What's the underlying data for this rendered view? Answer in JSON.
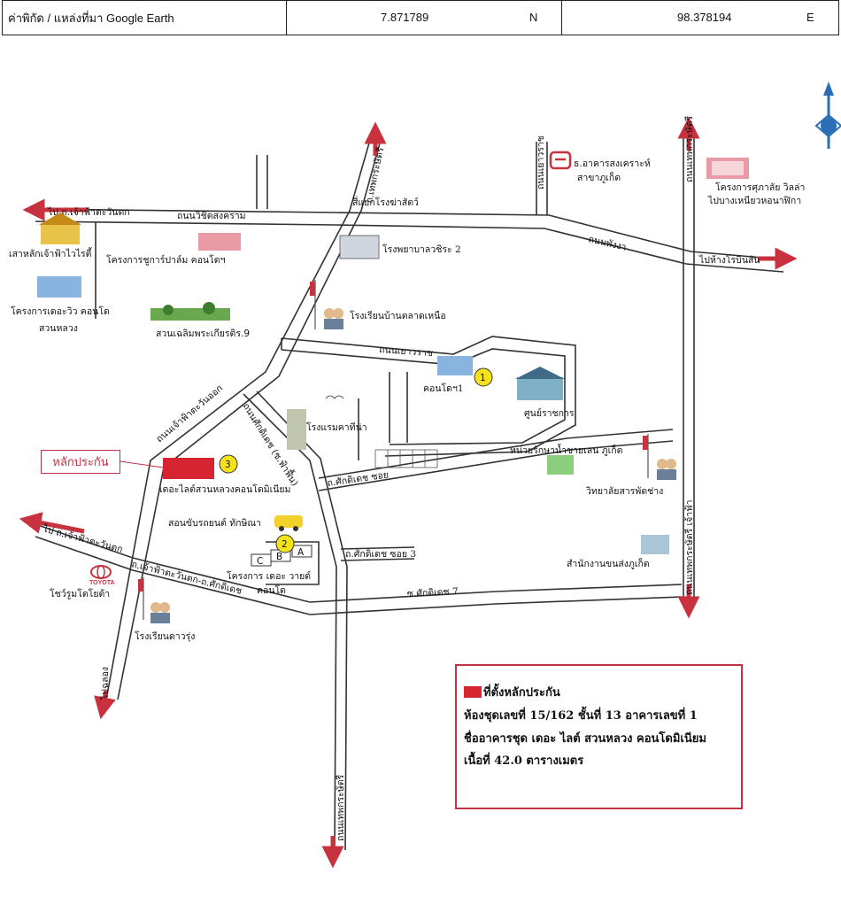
{
  "header": {
    "label": "ค่าพิกัด / แหล่งที่มา Google Earth",
    "lat": "7.871789",
    "lat_dir": "N",
    "lon": "98.378194",
    "lon_dir": "E"
  },
  "roads": {
    "chaofa_west_top": "ไป ถ.เจ้าฟ้าตะวันตก",
    "wichit_songkhram": "ถนนวิชิตสงคราม",
    "thepkrasattri": "ถ.เทพกระษัตรี",
    "sam_yaek": "สี่แยกโรงฆ่าสัตว์",
    "yaowarat_top": "ถนนเยาวราช",
    "phang_nga": "ถนนพังงา",
    "to_rangsit": "ไปห้างโรบินสัน",
    "thepsattri_right": "ถนนเทพกระษัตรี",
    "to_airport": "ไปบางเหนียวหอนาฬิกา",
    "yaowarat_mid": "ถนนเยาวราช",
    "chaofa_east": "ถนนเจ้าฟ้าตะวันออก",
    "sakdidet": "ถนนศักดิเดช (ซ.ฟ้าฟื้น)",
    "sakdidet_soi": "ถ.ศักดิเดช ซอย",
    "sakdidet_soi3": "ถ.ศักดิเดช ซอย 3",
    "chaofa_west_mid": "ไป ถ.เจ้าฟ้าตะวันตก",
    "chaofa_sakdidet": "ถ.เจ้าฟ้าตะวันตก-ถ.ศักดิเดช",
    "sakdidet7": "ซ.ศักดิเดช 7",
    "to_chalong": "ไปฉลอง",
    "bottom_road": "ถนนเทพกระษัตรี",
    "right_vertical": "ถนนเทพกระษัตรี เจ้าฟ้า"
  },
  "places": {
    "gsb": "ธ.อาคารสงเคราะห์",
    "gsb2": "สาขาภูเก็ต",
    "sukkasem": "โครงการศุภาลัย วิลล่า",
    "chao_fa_shrine": "เสาหลักเจ้าฟ้าไวไรตี้",
    "sugar": "โครงการชูการ์ปาล์ม คอนโดฯ",
    "hospital": "โรงพยาบาลวชิระ 2",
    "the_view": "โครงการเดอะวิว คอนโด",
    "suan_luang": "สวนหลวง",
    "park": "สวนเฉลิมพระเกียรติร.9",
    "school_north": "โรงเรียนบ้านตลาดเหนือ",
    "condo1": "คอนโดฯ1",
    "govt": "ศูนย์ราชการ",
    "hotel": "โรงแรมคาทีน่า",
    "the_light": "เดอะไลต์สวนหลวงคอนโดมิเนียม",
    "water": "หน่วยรักษาน้ำชายเลน ภูเก็ต",
    "college": "วิทยาลัยสารพัดช่าง",
    "driving": "สอนขับรถยนต์ ทักษิณา",
    "project_world": "โครงการ เดอะ วายด์",
    "condo_word": "คอนโด",
    "toyota_brand": "TOYOTA",
    "toyota": "โชว์รูมโตโยต้า",
    "school_daoroong": "โรงเรียนดาวรุ่ง",
    "office": "สำนักงานขนส่งภูเก็ต"
  },
  "markers": {
    "m1": "1",
    "m2": "2",
    "m3": "3",
    "bldg_c": "C",
    "bldg_b": "B",
    "bldg_a": "A"
  },
  "callout": "หลักประกัน",
  "legend": {
    "title": "ที่ตั้งหลักประกัน",
    "line1": "ห้องชุดเลขที่ 15/162 ชั้นที่ 13 อาคารเลขที่ 1",
    "line2": "ชื่ออาคารชุด เดอะ ไลต์ สวนหลวง คอนโดมิเนียม",
    "line3": "เนื้อที่ 42.0 ตารางเมตร"
  },
  "colors": {
    "arrow": "#c8323f",
    "subject": "#d62432",
    "marker": "#f5e21b"
  }
}
